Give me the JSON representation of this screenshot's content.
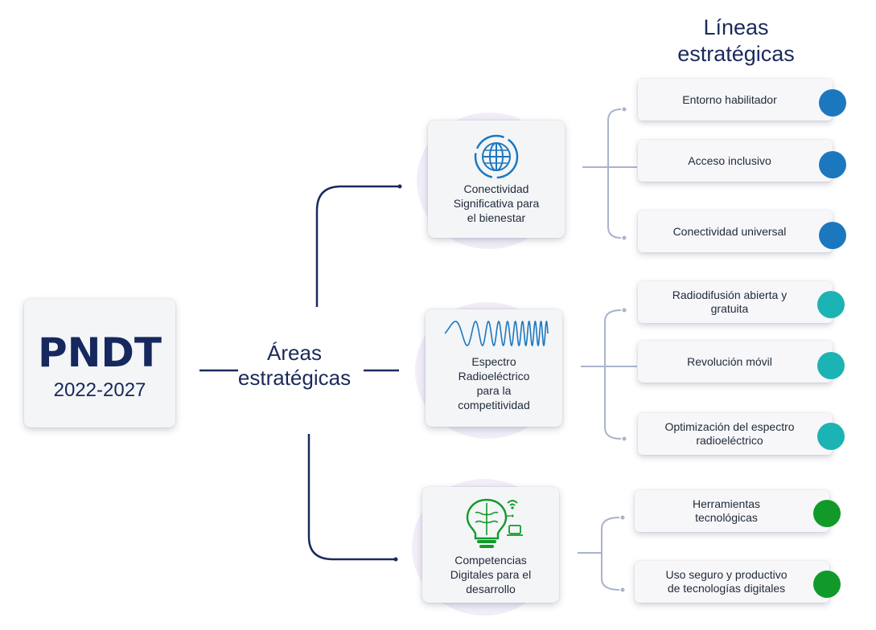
{
  "pndt": {
    "title": "PNDT",
    "years": "2022-2027"
  },
  "areas_label": {
    "line1": "Áreas",
    "line2": "estratégicas"
  },
  "header": {
    "line1": "Líneas",
    "line2": "estratégicas"
  },
  "areas": [
    {
      "lines": [
        "Conectividad",
        "Significativa para",
        "el bienestar"
      ],
      "icon": "globe-icon"
    },
    {
      "lines": [
        "Espectro",
        "Radioeléctrico",
        "para la",
        "competitividad"
      ],
      "icon": "wave-icon"
    },
    {
      "lines": [
        "Competencias",
        "Digitales para el",
        "desarrollo"
      ],
      "icon": "brain-bulb-icon"
    }
  ],
  "strategic_lines": [
    {
      "lines": [
        "Entorno habilitador"
      ],
      "color": "#1b78bf"
    },
    {
      "lines": [
        "Acceso inclusivo"
      ],
      "color": "#1b78bf"
    },
    {
      "lines": [
        "Conectividad universal"
      ],
      "color": "#1b78bf"
    },
    {
      "lines": [
        "Radiodifusión abierta y",
        "gratuita"
      ],
      "color": "#1cb3b5"
    },
    {
      "lines": [
        "Revolución móvil"
      ],
      "color": "#1cb3b5"
    },
    {
      "lines": [
        "Optimización del espectro",
        "radioeléctrico"
      ],
      "color": "#1cb3b5"
    },
    {
      "lines": [
        "Herramientas",
        "tecnológicas"
      ],
      "color": "#119a2a"
    },
    {
      "lines": [
        "Uso seguro y productivo",
        "de tecnologías digitales"
      ],
      "color": "#119a2a"
    }
  ],
  "colors": {
    "navy": "#1b2a5c",
    "blue": "#1b78bf",
    "teal": "#1cb3b5",
    "green": "#119a2a",
    "bracket": "#aab3cc"
  }
}
